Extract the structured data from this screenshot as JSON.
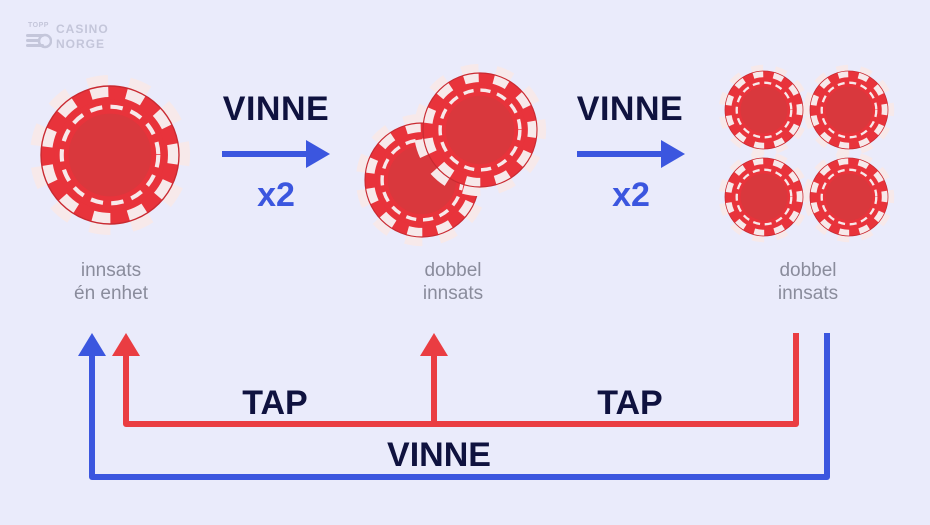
{
  "logo": {
    "small_text": "TOPP",
    "line1": "CASINO",
    "line2": "NORGE"
  },
  "steps": [
    {
      "caption_line1": "innsats",
      "caption_line2": "én enhet"
    },
    {
      "caption_line1": "dobbel",
      "caption_line2": "innsats"
    },
    {
      "caption_line1": "dobbel",
      "caption_line2": "innsats"
    }
  ],
  "win_arrows": [
    {
      "label": "VINNE",
      "multiplier": "x2"
    },
    {
      "label": "VINNE",
      "multiplier": "x2"
    }
  ],
  "loss_labels": [
    "TAP",
    "TAP"
  ],
  "bottom_label": "VINNE",
  "colors": {
    "background": "#eaebfb",
    "chip_red": "#e8333b",
    "chip_inner": "#d9383d",
    "chip_white": "#f7e9ea",
    "win_blue": "#3b56df",
    "loss_red": "#ea3d42",
    "label_dark": "#0f123f",
    "caption_gray": "#8a8c9c"
  },
  "icons": [
    "poker-chip-icon",
    "arrow-right-icon",
    "arrow-up-icon"
  ]
}
